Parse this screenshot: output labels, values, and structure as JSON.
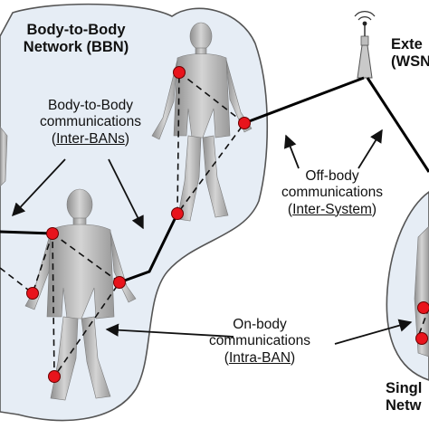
{
  "bbn": {
    "line1": "Body-to-Body",
    "line2": "Network (BBN)"
  },
  "inter_ban": {
    "line1": "Body-to-Body",
    "line2": "communications",
    "line3": "(Inter-BANs)",
    "paren_open": "(",
    "term": "Inter-BANs",
    "paren_close": ")"
  },
  "external": {
    "line1": "Exte",
    "line2": "(WSN"
  },
  "off_body": {
    "line1": "Off-body",
    "line2": "communications",
    "paren_open": "(",
    "term": "Inter-System",
    "paren_close": ")"
  },
  "on_body": {
    "line1": "On-body",
    "line2": "communications",
    "paren_open": "(",
    "term": "Intra-BAN",
    "paren_close": ")"
  },
  "single": {
    "line1": "Singl",
    "line2": "Netw"
  },
  "colors": {
    "blob_fill": "#e8eef5",
    "blob_stroke": "#555555",
    "node": "#e8141c",
    "figure": "#b9b9b9",
    "link": "#000000"
  }
}
